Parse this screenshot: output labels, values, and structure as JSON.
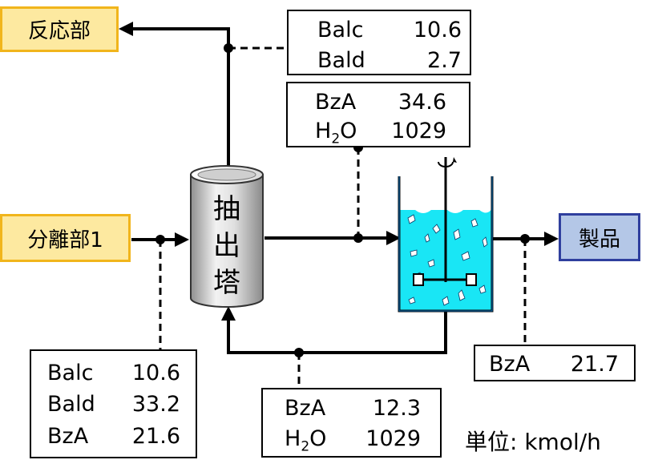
{
  "destinations": {
    "reaction": "反応部",
    "separation": "分離部1",
    "product": "製品"
  },
  "tower": {
    "chars": [
      "抽",
      "出",
      "塔"
    ]
  },
  "streams": {
    "top_recycle": {
      "rows": [
        {
          "name": "Balc",
          "value": "10.6"
        },
        {
          "name": "Bald",
          "value": "2.7"
        }
      ]
    },
    "water_feed": {
      "rows": [
        {
          "name": "BzA",
          "value": "34.6"
        },
        {
          "name": "H",
          "sub": "2",
          "suffix": "O",
          "value": "1029"
        }
      ]
    },
    "feed": {
      "rows": [
        {
          "name": "Balc",
          "value": "10.6"
        },
        {
          "name": "Bald",
          "value": "33.2"
        },
        {
          "name": "BzA",
          "value": "21.6"
        }
      ]
    },
    "bottom_recycle": {
      "rows": [
        {
          "name": "BzA",
          "value": "12.3"
        },
        {
          "name": "H",
          "sub": "2",
          "suffix": "O",
          "value": "1029"
        }
      ]
    },
    "product": {
      "rows": [
        {
          "name": "BzA",
          "value": "21.7"
        }
      ]
    }
  },
  "unit_label": "単位: kmol/h",
  "colors": {
    "source_fill": "#fde9a0",
    "source_border": "#f1b51c",
    "product_fill": "#b4c7e7",
    "product_border": "#2f3f9e",
    "tank_liquid": "#19e6f5",
    "tank_border": "#0070c0"
  }
}
